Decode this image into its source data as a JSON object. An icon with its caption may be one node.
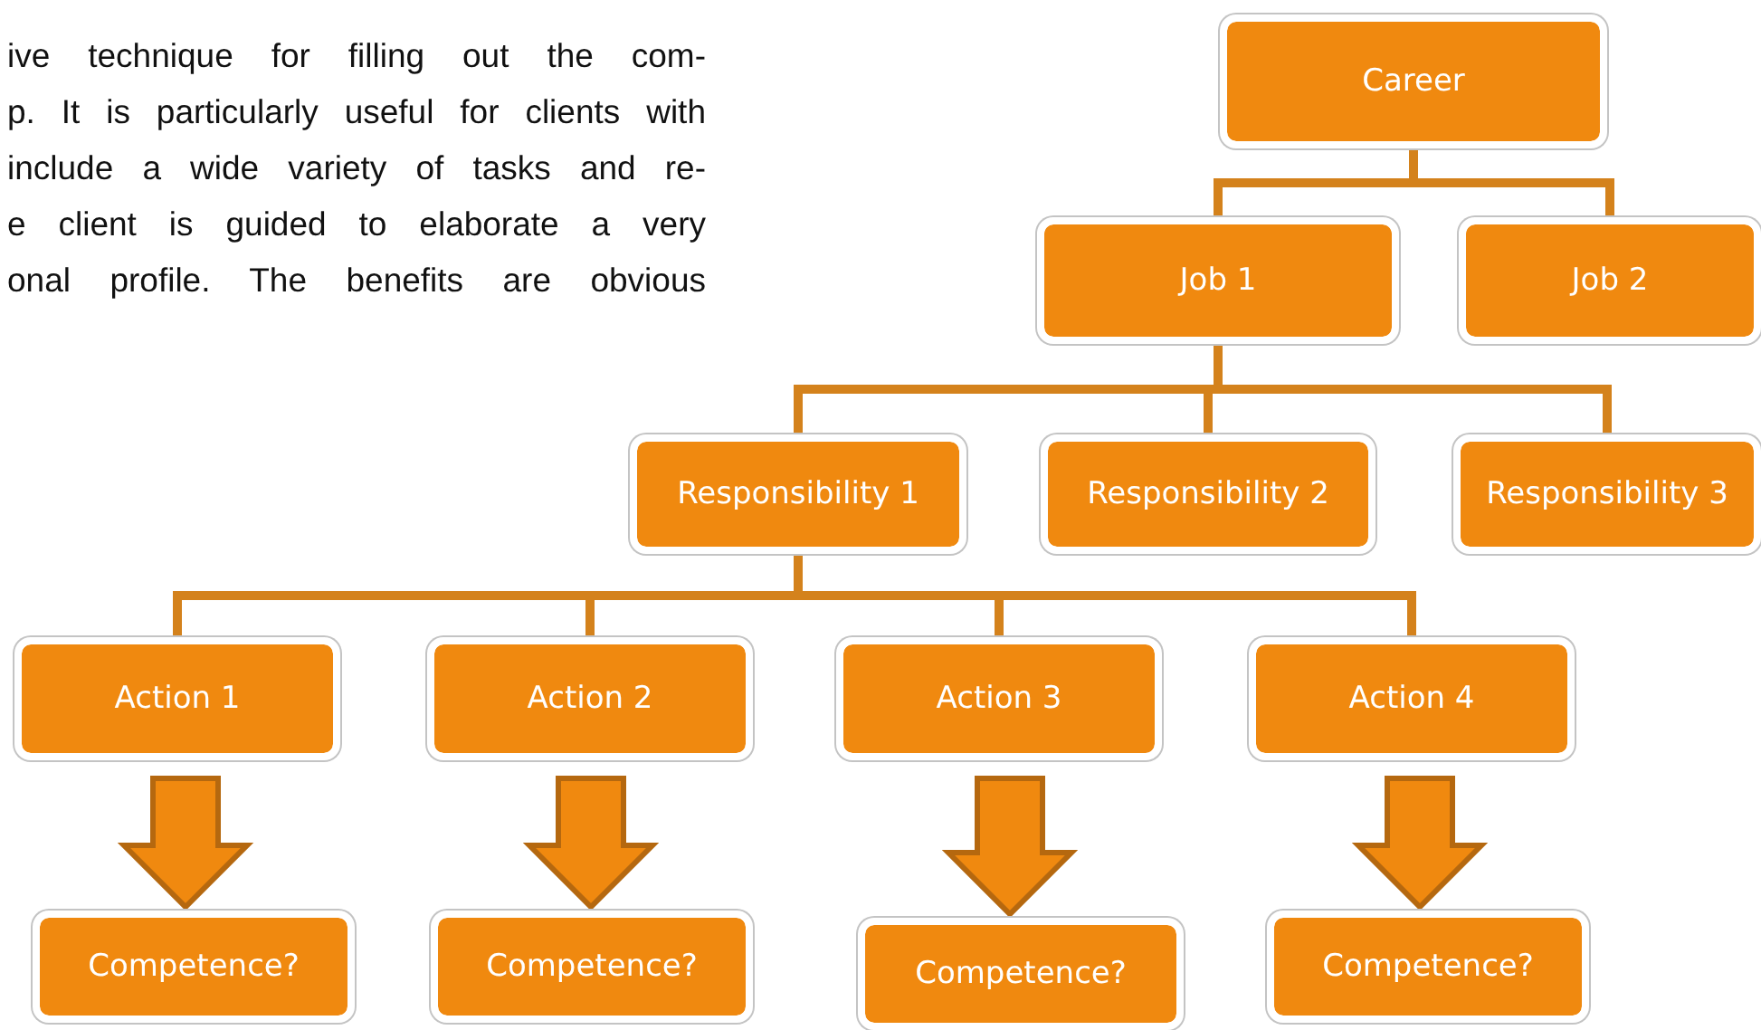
{
  "diagram": {
    "nodes": [
      {
        "text": [
          "Career"
        ]
      },
      {
        "text": [
          "Job 1"
        ]
      },
      {
        "text": [
          "Job 2"
        ]
      },
      {
        "text": [
          "Responsibility 1"
        ]
      },
      {
        "text": [
          "Responsibility 2"
        ]
      },
      {
        "text": [
          "Responsibility 3"
        ]
      },
      {
        "text": [
          "Action 1"
        ]
      },
      {
        "text": [
          "Action 2"
        ]
      },
      {
        "text": [
          "Action 3"
        ]
      },
      {
        "text": [
          "Action 4"
        ]
      },
      {
        "text": [
          "Competence?"
        ]
      },
      {
        "text": [
          "Competence?"
        ]
      },
      {
        "text": [
          "Competence?"
        ]
      },
      {
        "text": [
          "Competence?"
        ]
      }
    ],
    "edges": [
      {
        "from": 0,
        "to": 1,
        "arrow": "none"
      },
      {
        "from": 0,
        "to": 2,
        "arrow": "none"
      },
      {
        "from": 1,
        "to": 3,
        "arrow": "none"
      },
      {
        "from": 1,
        "to": 4,
        "arrow": "none"
      },
      {
        "from": 1,
        "to": 5,
        "arrow": "none"
      },
      {
        "from": 3,
        "to": 6,
        "arrow": "none"
      },
      {
        "from": 3,
        "to": 7,
        "arrow": "none"
      },
      {
        "from": 3,
        "to": 8,
        "arrow": "none"
      },
      {
        "from": 3,
        "to": 9,
        "arrow": "none"
      },
      {
        "from": 6,
        "to": 10,
        "arrow": "to",
        "style": "thick"
      },
      {
        "from": 7,
        "to": 11,
        "arrow": "to",
        "style": "thick"
      },
      {
        "from": 8,
        "to": 12,
        "arrow": "to",
        "style": "thick"
      },
      {
        "from": 9,
        "to": 13,
        "arrow": "to",
        "style": "thick"
      }
    ],
    "labels": [
      "ive technique for filling out the com-",
      "p. It is particularly useful for clients with",
      "include a wide variety of tasks and re-",
      "e client is guided to elaborate a very",
      "onal profile. The benefits are obvious"
    ]
  }
}
